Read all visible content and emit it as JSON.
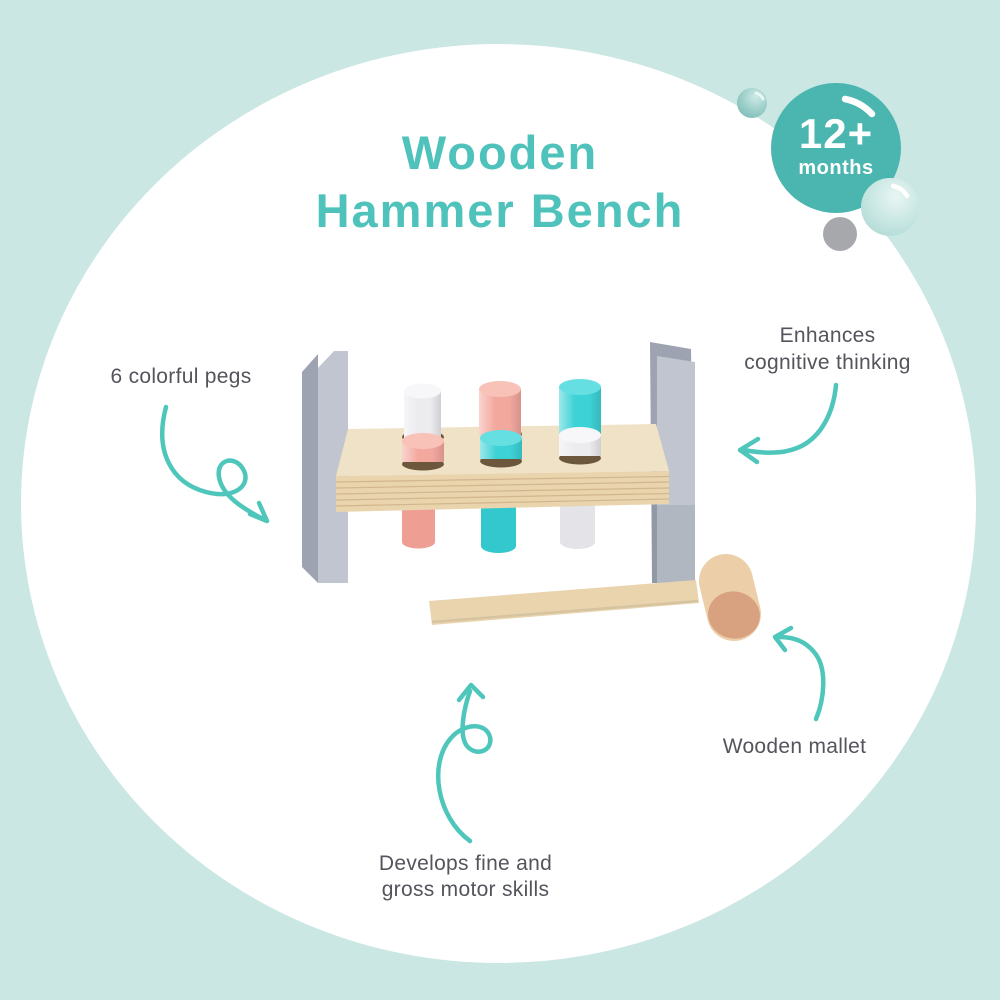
{
  "product": {
    "title": "Wooden\nHammer Bench"
  },
  "age_badge": {
    "age": "12+",
    "unit": "months"
  },
  "callouts": {
    "pegs": "6 colorful pegs",
    "cognitive": "Enhances\ncognitive thinking",
    "mallet": "Wooden mallet",
    "motor": "Develops fine and\ngross motor skills"
  },
  "colors": {
    "background_teal": "#cbe7e3",
    "blob_white": "#ffffff",
    "accent_teal": "#4ec2bb",
    "badge_teal": "#4bb6b0",
    "arrow_teal": "#4fc6bb",
    "text_gray": "#54555c",
    "peg_pink": "#f3a89e",
    "peg_teal": "#3dd2d6",
    "peg_white": "#ececef",
    "wood_light": "#f0e2c6",
    "wood_mid": "#e9d4ae",
    "support_gray": "#c0c5cf",
    "mallet_wood": "#eccfa9",
    "mallet_face_tan": "#d8a17f"
  }
}
